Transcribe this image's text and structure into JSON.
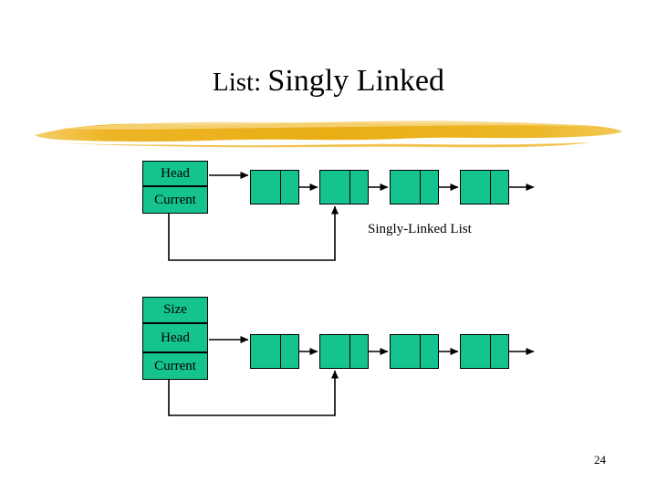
{
  "slide": {
    "title_prefix": "List: ",
    "title_main": "Singly Linked",
    "page_number": "24",
    "accent_color": "#15c38e",
    "brush_color": "#efb420",
    "line_color": "#000000"
  },
  "diagram_top": {
    "labels": [
      {
        "text": "Head"
      },
      {
        "text": "Current"
      }
    ],
    "nodes": [
      {
        "index": 1
      },
      {
        "index": 2
      },
      {
        "index": 3
      },
      {
        "index": 4
      }
    ],
    "caption": "Singly-Linked List"
  },
  "diagram_bottom": {
    "labels": [
      {
        "text": "Size"
      },
      {
        "text": "Head"
      },
      {
        "text": "Current"
      }
    ],
    "nodes": [
      {
        "index": 1
      },
      {
        "index": 2
      },
      {
        "index": 3
      },
      {
        "index": 4
      }
    ]
  }
}
